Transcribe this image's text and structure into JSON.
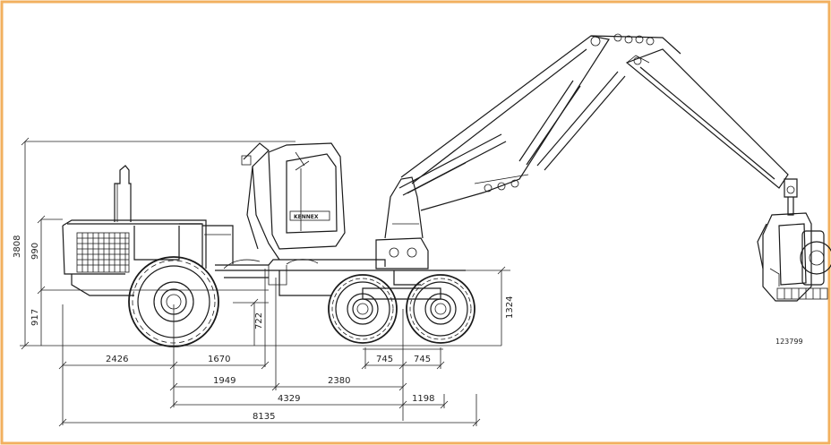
{
  "colors": {
    "border": "#f2b05f",
    "line": "#1a1a1a",
    "background": "#ffffff"
  },
  "dimensions": {
    "d2426": "2426",
    "d1670": "1670",
    "d745a": "745",
    "d745b": "745",
    "d1949": "1949",
    "d2380": "2380",
    "d4329": "4329",
    "d1198": "1198",
    "d8135": "8135",
    "d3808": "3808",
    "d990": "990",
    "d917": "917",
    "d722": "722",
    "d1324": "1324"
  },
  "drawing_number": "123799",
  "cab_logo": "KENNEX"
}
